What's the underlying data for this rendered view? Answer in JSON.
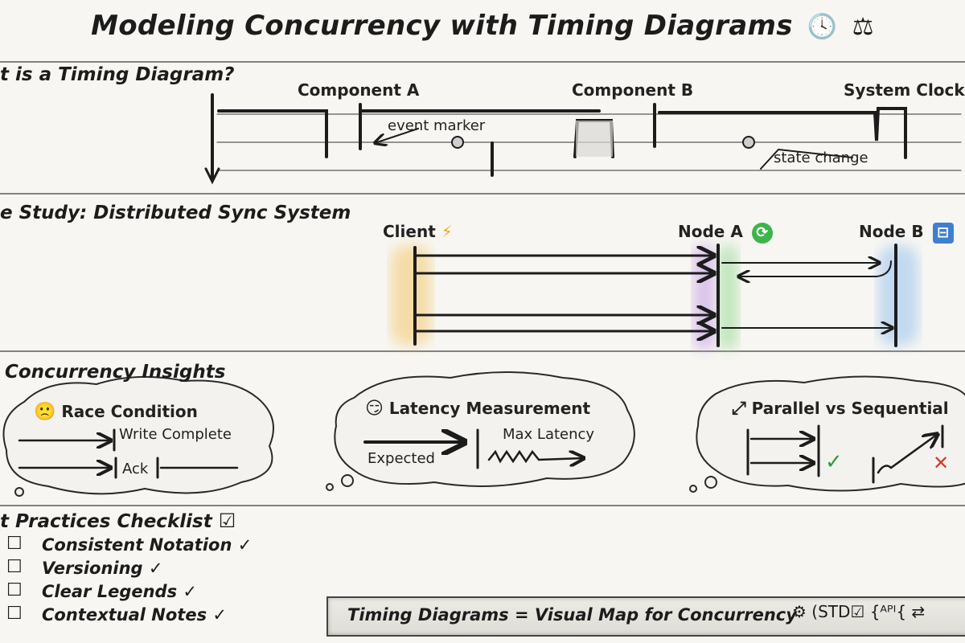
{
  "title": {
    "text": "Modeling Concurrency with Timing Diagrams",
    "icon_clock": "🕓",
    "icon_compass": "⚖"
  },
  "section1": {
    "title": "t is a Timing Diagram?",
    "component_a": "Component A",
    "component_b": "Component B",
    "system_clock": "System Clock",
    "event_marker": "event marker",
    "state_change": "state change"
  },
  "section2": {
    "title": "e Study: Distributed Sync System",
    "client": "Client",
    "client_icon": "⚡",
    "node_a": "Node A",
    "node_a_icon": "⟳",
    "node_b": "Node B",
    "node_b_icon": "⊟"
  },
  "section3": {
    "title": "Concurrency Insights",
    "race": {
      "emoji": "🙁",
      "title": "Race Condition",
      "label1": "Write Complete",
      "label2": "Ack"
    },
    "latency": {
      "emoji": "😏",
      "title": "Latency Measurement",
      "label1": "Max Latency",
      "label2": "Expected"
    },
    "parallel": {
      "icon": "⤢",
      "title": "Parallel vs Sequential",
      "ok": "✓",
      "bad": "✕"
    }
  },
  "section4": {
    "title": "t Practices Checklist",
    "title_icon": "☑",
    "items": [
      "Consistent Notation ✓",
      "Versioning ✓",
      "Clear Legends ✓",
      "Contextual Notes ✓"
    ],
    "box": "☐"
  },
  "banner": {
    "text": "Timing Diagrams = Visual Map for Concurrency",
    "icons": "⚙ (STD☑ {ᴬᴾᴵ{ ⇄"
  },
  "colors": {
    "client_glow": "#f3c86a",
    "node_a_glow_1": "#c7a2e6",
    "node_a_glow_2": "#9fdc9a",
    "node_b_glow": "#9fc6ef",
    "node_b_icon": "#3f7fd0",
    "node_a_icon": "#3bb54a",
    "client_icon": "#f2a81d",
    "check_green": "#2e9b3a",
    "cross_red": "#d63a2e"
  }
}
